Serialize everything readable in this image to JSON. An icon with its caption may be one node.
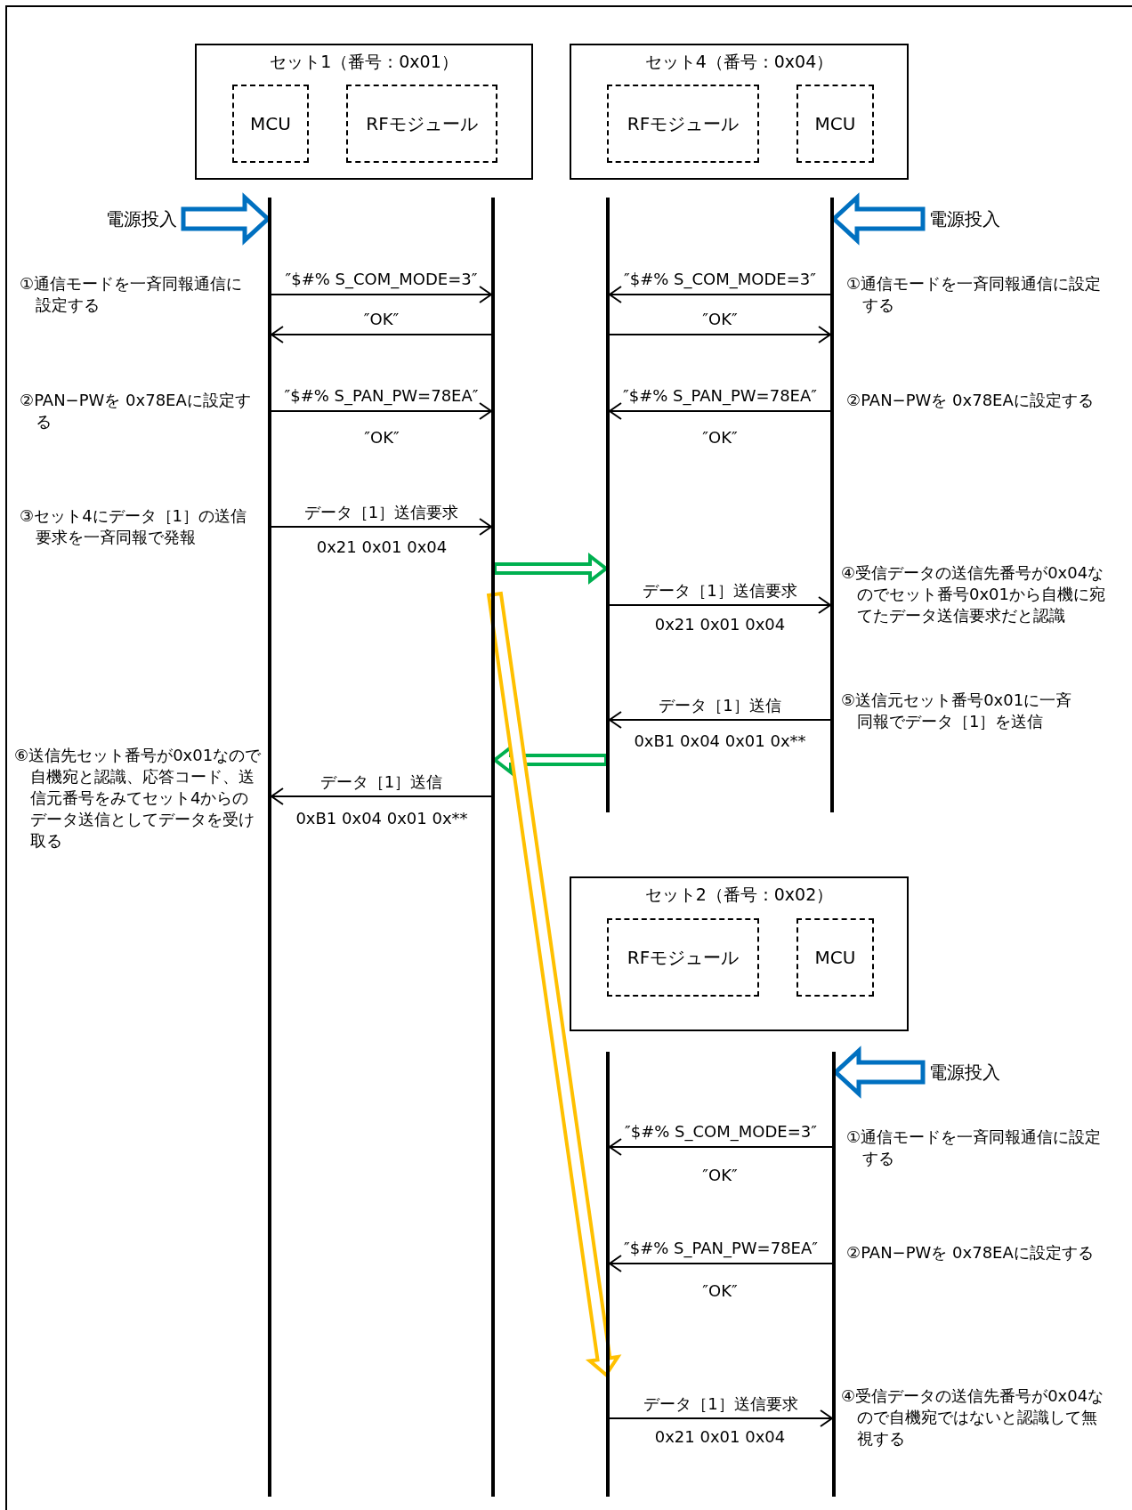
{
  "diagram": {
    "nodes": [
      {
        "text": [
          "セット1（番号：0x01）"
        ]
      },
      {
        "text": [
          "MCU"
        ],
        "in": 0
      },
      {
        "text": [
          "RFモジュール"
        ],
        "in": 0
      },
      {
        "text": [
          "セット4（番号：0x04）"
        ]
      },
      {
        "text": [
          "RFモジュール"
        ],
        "in": 3
      },
      {
        "text": [
          "MCU"
        ],
        "in": 3
      },
      {
        "text": [
          "セット2（番号：0x02）"
        ]
      },
      {
        "text": [
          "RFモジュール"
        ],
        "in": 6
      },
      {
        "text": [
          "MCU"
        ],
        "in": 6
      },
      {
        "text": [],
        "shape": "bar"
      },
      {
        "text": [],
        "shape": "bar"
      },
      {
        "text": [],
        "shape": "bar"
      },
      {
        "text": [],
        "shape": "bar"
      },
      {
        "text": [],
        "shape": "bar"
      },
      {
        "text": [],
        "shape": "bar"
      },
      {
        "text": [
          "電源投入"
        ]
      },
      {
        "text": [
          "電源投入"
        ]
      },
      {
        "text": [
          "電源投入"
        ]
      }
    ],
    "edges": [
      {
        "from": 15,
        "to": 9,
        "arrow": "to",
        "style": "thick",
        "color": "#0070c0"
      },
      {
        "from": 16,
        "to": 12,
        "arrow": "to",
        "style": "thick",
        "color": "#0070c0"
      },
      {
        "from": 17,
        "to": 14,
        "arrow": "to",
        "style": "thick",
        "color": "#0070c0"
      },
      {
        "from": 9,
        "to": 10,
        "arrow": "to",
        "label": "″$#% S_COM_MODE=3″"
      },
      {
        "from": 10,
        "to": 9,
        "arrow": "to",
        "label": "″OK″"
      },
      {
        "from": 9,
        "to": 10,
        "arrow": "to",
        "label": "″$#% S_PAN_PW=78EA″"
      },
      {
        "from": 9,
        "to": 10,
        "arrow": "to",
        "label": "データ［1］送信要求"
      },
      {
        "from": 12,
        "to": 11,
        "arrow": "to",
        "label": "″$#% S_COM_MODE=3″"
      },
      {
        "from": 11,
        "to": 12,
        "arrow": "to",
        "label": "″OK″"
      },
      {
        "from": 12,
        "to": 11,
        "arrow": "to",
        "label": "″$#% S_PAN_PW=78EA″"
      },
      {
        "from": 10,
        "to": 11,
        "arrow": "to",
        "style": "thick",
        "color": "#00b050"
      },
      {
        "from": 11,
        "to": 12,
        "arrow": "to",
        "label": "データ［1］送信要求"
      },
      {
        "from": 12,
        "to": 11,
        "arrow": "to",
        "label": "データ［1］送信"
      },
      {
        "from": 11,
        "to": 10,
        "arrow": "to",
        "style": "thick",
        "color": "#00b050"
      },
      {
        "from": 10,
        "to": 9,
        "arrow": "to",
        "label": "データ［1］送信"
      },
      {
        "from": 10,
        "to": 13,
        "arrow": "to",
        "style": "thick",
        "color": "#ffc000"
      },
      {
        "from": 14,
        "to": 13,
        "arrow": "to",
        "label": "″$#% S_COM_MODE=3″"
      },
      {
        "from": 14,
        "to": 13,
        "arrow": "to",
        "label": "″$#% S_PAN_PW=78EA″"
      },
      {
        "from": 13,
        "to": 14,
        "arrow": "to",
        "label": "データ［1］送信要求"
      }
    ],
    "labels": [
      "①通信モードを一斉同報通信に設定する",
      "①通信モードを一斉同報通信に設定する",
      "②PAN−PWを 0x78EAに設定する",
      "②PAN−PWを 0x78EAに設定する",
      "″OK″",
      "″OK″",
      "③セット4にデータ［1］の送信要求を一斉同報で発報",
      "0x21 0x01 0x04",
      "④受信データの送信先番号が0x04なのでセット番号0x01から自機に宛てたデータ送信要求だと認識",
      "0x21 0x01 0x04",
      "⑤送信元セット番号0x01に一斉同報でデータ［1］を送信",
      "0xB1 0x04 0x01 0x**",
      "⑥送信先セット番号が0x01なので自機宛と認識、応答コード、送信元番号をみてセット4からのデータ送信としてデータを受け取る",
      "0xB1 0x04 0x01 0x**",
      "①通信モードを一斉同報通信に設定する",
      "″OK″",
      "②PAN−PWを 0x78EAに設定する",
      "″OK″",
      "④受信データの送信先番号が0x04なので自機宛ではないと認識して無視する",
      "0x21 0x01 0x04"
    ]
  }
}
